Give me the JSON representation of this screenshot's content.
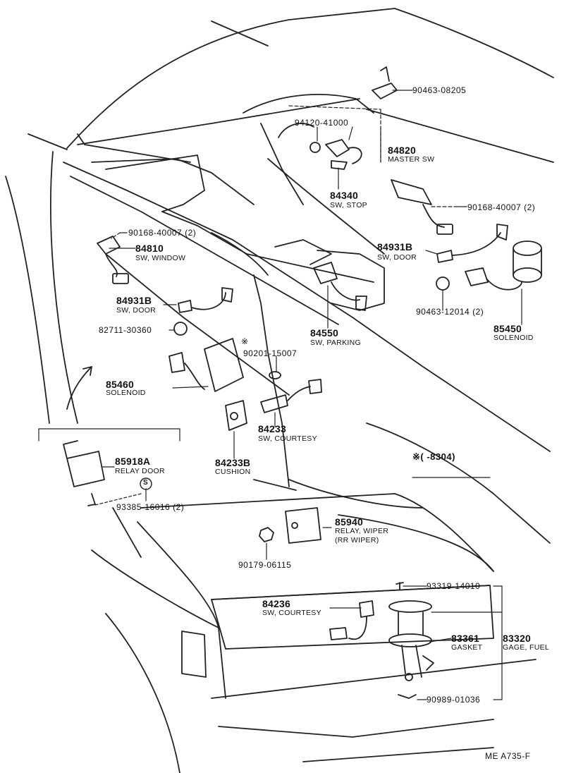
{
  "diagram": {
    "parts": [
      {
        "id": "90463-08205",
        "label": ""
      },
      {
        "id": "94120-41000",
        "label": ""
      },
      {
        "id": "84820",
        "label": "MASTER SW"
      },
      {
        "id": "84340",
        "label": "SW, STOP"
      },
      {
        "id": "90168-40007 (2)",
        "label": ""
      },
      {
        "id": "84810",
        "label": "SW, WINDOW"
      },
      {
        "id": "90168-40007 (2)",
        "label": ""
      },
      {
        "id": "84931B",
        "label": "SW, DOOR"
      },
      {
        "id": "84931B",
        "label": "SW, DOOR"
      },
      {
        "id": "82711-30360",
        "label": ""
      },
      {
        "id": "90463-12014 (2)",
        "label": ""
      },
      {
        "id": "85450",
        "label": "SOLENOID"
      },
      {
        "id": "84550",
        "label": "SW, PARKING"
      },
      {
        "id": "90201-15007",
        "label": ""
      },
      {
        "id": "85460",
        "label": "SOLENOID"
      },
      {
        "id": "84233",
        "label": "SW, COURTESY"
      },
      {
        "id": "84233B",
        "label": "CUSHION"
      },
      {
        "id": "85918A",
        "label": "RELAY DOOR"
      },
      {
        "id": "93385-16016 (2)",
        "label": ""
      },
      {
        "id": "85940",
        "label": "RELAY, WIPER"
      },
      {
        "id": "90179-06115",
        "label": ""
      },
      {
        "id": "93319-14010",
        "label": ""
      },
      {
        "id": "84236",
        "label": "SW, COURTESY"
      },
      {
        "id": "83361",
        "label": "GASKET"
      },
      {
        "id": "83320",
        "label": "GAGE, FUEL"
      },
      {
        "id": "90989-01036",
        "label": ""
      }
    ],
    "wiper_note": "(RR WIPER)",
    "ref_mark": "※",
    "note": "※(       -8304)",
    "s_marker": "S",
    "code": "ME  A735-F"
  }
}
